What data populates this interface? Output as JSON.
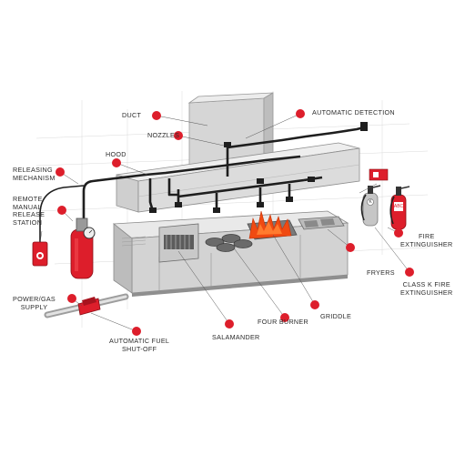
{
  "colors": {
    "marker": "#dd1e2b",
    "steel_light": "#e3e3e3",
    "steel_mid": "#c8c8c8",
    "steel_dark": "#a6a6a6",
    "pipe": "#1e1e1e",
    "flame": "#f04a12"
  },
  "labels": {
    "duct": "DUCT",
    "automatic_detection": "AUTOMATIC DETECTION",
    "nozzles": "NOZZLES",
    "hood": "HOOD",
    "releasing_mechanism_1": "RELEASING",
    "releasing_mechanism_2": "MECHANISM",
    "remote_manual_1": "REMOTE",
    "remote_manual_2": "MANUAL",
    "remote_manual_3": "RELEASE",
    "remote_manual_4": "STATION",
    "fire_extinguisher_1": "FIRE",
    "fire_extinguisher_2": "EXTINGUISHER",
    "fryers": "FRYERS",
    "class_k_1": "CLASS K FIRE",
    "class_k_2": "EXTINGUISHER",
    "power_gas_1": "POWER/GAS",
    "power_gas_2": "SUPPLY",
    "griddle": "GRIDDLE",
    "four_burner": "FOUR BURNER",
    "salamander": "SALAMANDER",
    "fuel_shutoff_1": "AUTOMATIC FUEL",
    "fuel_shutoff_2": "SHUT-OFF",
    "abc_tag": "ABC",
    "k_tag": "K"
  }
}
